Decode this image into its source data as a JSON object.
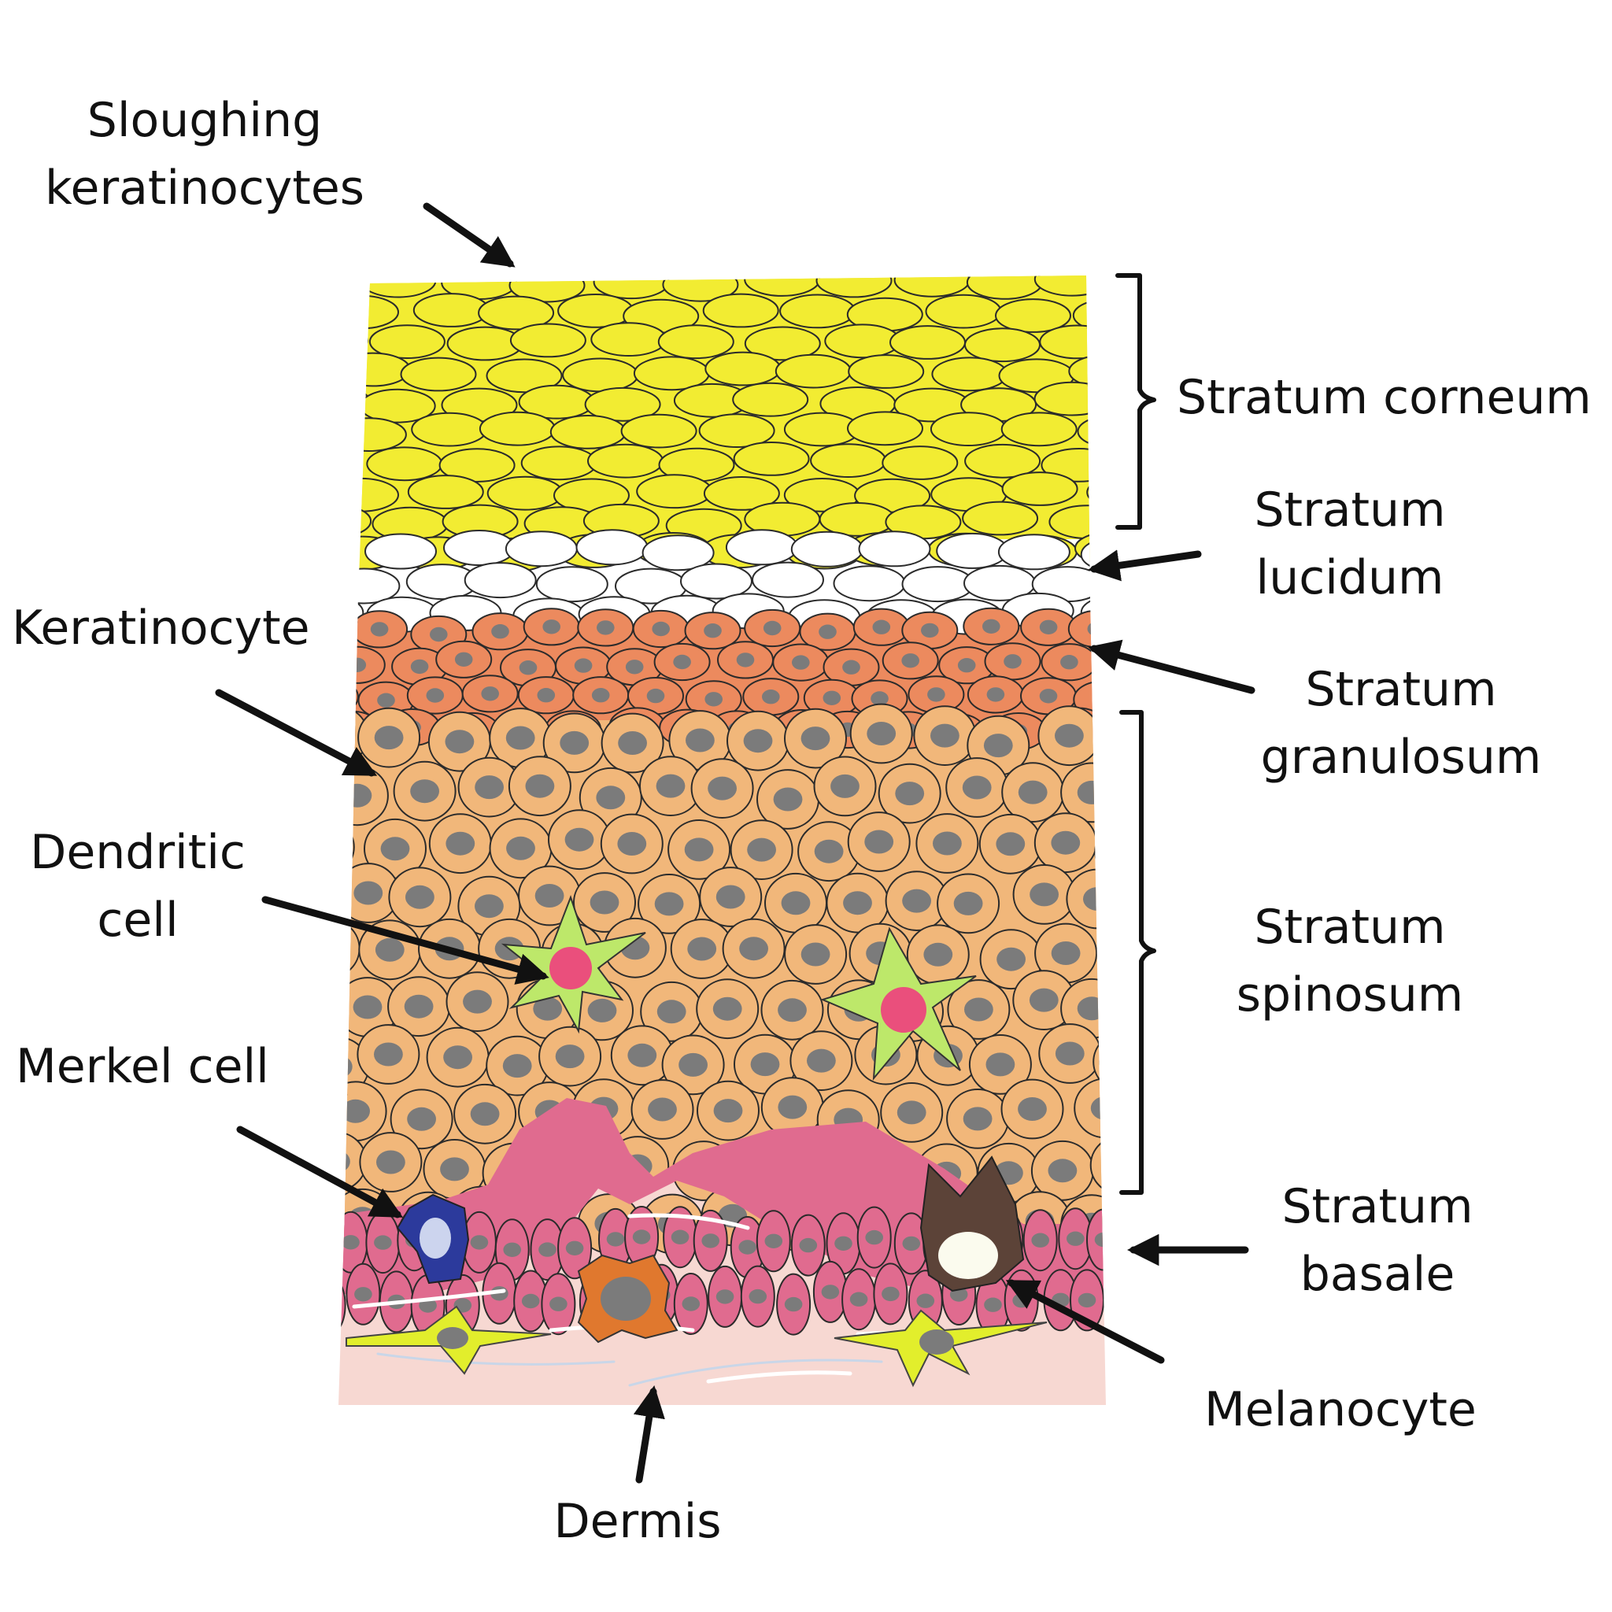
{
  "labels": {
    "sloughing": [
      "Sloughing",
      "keratinocytes"
    ],
    "keratinocyte": "Keratinocyte",
    "dendritic": [
      "Dendritic",
      "cell"
    ],
    "merkel": "Merkel cell",
    "dermis": "Dermis",
    "corneum": "Stratum corneum",
    "lucidum": [
      "Stratum",
      "lucidum"
    ],
    "granulosum": [
      "Stratum",
      "granulosum"
    ],
    "spinosum": [
      "Stratum",
      "spinosum"
    ],
    "basale": [
      "Stratum",
      "basale"
    ],
    "melanocyte": "Melanocyte"
  },
  "colors": {
    "corneum": "#f2ec32",
    "lucidum": "#ffffff",
    "granulosum": "#ec8a5e",
    "spinosum": "#f1b77a",
    "basale": "#e06b8f",
    "dermis": "#f7d8d2",
    "nucleus": "#7b7b7b",
    "dendritic_cell": "#bde86a",
    "dendritic_nucleus": "#ea4f7c",
    "merkel_cell": "#2c3a9c",
    "melanocyte": "#5c4338",
    "fibroblast": "#e2ee2c",
    "macrophage": "#e0782e",
    "arrow": "#111111"
  }
}
